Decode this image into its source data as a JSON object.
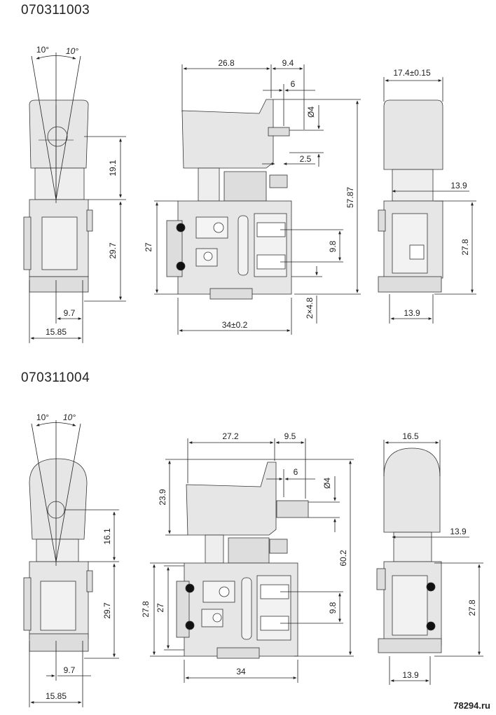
{
  "sections": [
    {
      "part_number": "070311003",
      "angles": [
        "10°",
        "10°"
      ],
      "dims": {
        "side_top": "19.1",
        "side_mid": "29.7",
        "side_w1": "9.7",
        "side_w2": "15.85",
        "front_w": "26.8",
        "front_w2": "9.4",
        "front_6": "6",
        "front_dia": "Ø4",
        "front_2_5": "2.5",
        "front_h": "57.87",
        "front_27": "27",
        "front_9_8": "9.8",
        "front_2x4_8": "2×4.8",
        "front_base": "34±0.2",
        "right_top": "17.4±0.15",
        "right_13_9a": "13.9",
        "right_27_8": "27.8",
        "right_13_9b": "13.9"
      }
    },
    {
      "part_number": "070311004",
      "angles": [
        "10°",
        "10°"
      ],
      "dims": {
        "side_top": "16.1",
        "side_mid": "29.7",
        "side_w1": "9.7",
        "side_w2": "15.85",
        "front_w": "27.2",
        "front_w2": "9.5",
        "front_6": "6",
        "front_dia": "Ø4",
        "front_23_9": "23.9",
        "front_h": "60.2",
        "front_27_8": "27.8",
        "front_27": "27",
        "front_9_8": "9.8",
        "front_base": "34",
        "right_top": "16.5",
        "right_13_9a": "13.9",
        "right_27_8": "27.8",
        "right_13_9b": "13.9"
      }
    }
  ],
  "watermark": "78294.ru"
}
